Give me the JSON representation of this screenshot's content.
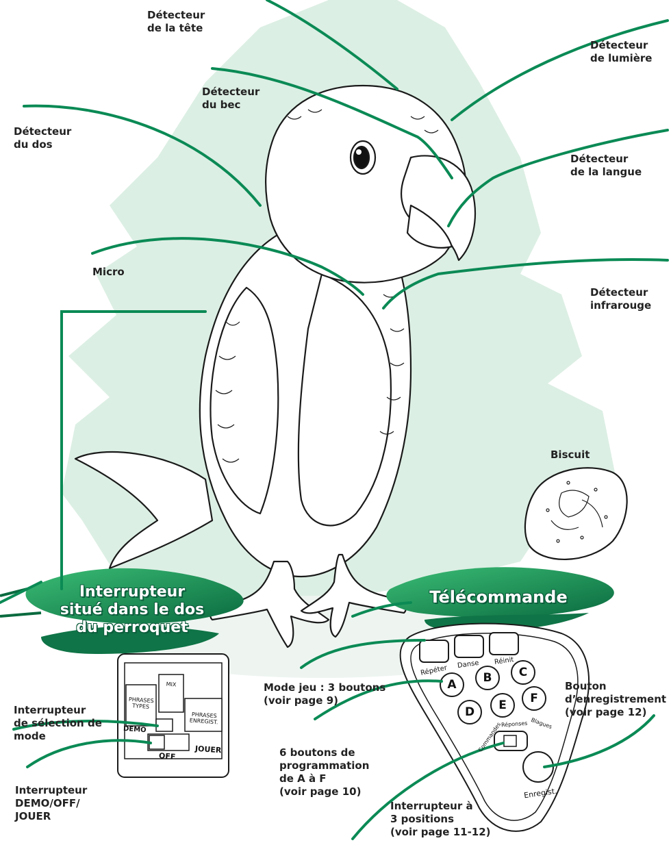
{
  "labels": {
    "head_sensor": "Détecteur\nde la tête",
    "light_sensor": "Détecteur\nde lumière",
    "beak_sensor": "Détecteur\ndu bec",
    "back_sensor": "Détecteur\ndu dos",
    "tongue_sensor": "Détecteur\nde la langue",
    "micro": "Micro",
    "infrared_sensor": "Détecteur\ninfrarouge",
    "biscuit": "Biscuit",
    "back_switch_title": "Interrupteur\nsitué dans le dos\ndu perroquet",
    "remote_title": "Télécommande",
    "game_mode": "Mode jeu : 3 boutons\n(voir page 9)",
    "record_button": "Bouton\nd’enregistrement\n(voir page 12)",
    "mode_switch": "Interrupteur\nde sélection de\nmode",
    "program_buttons": "6 boutons de\nprogrammation\nde A à F\n(voir page 10)",
    "demo_switch": "Interrupteur\nDEMO/OFF/\nJOUER",
    "three_pos_switch": "Interrupteur à\n3 positions\n(voir page 11-12)"
  },
  "switch_panel": {
    "phrases_types": "PHRASES\nTYPES",
    "mix": "MIX",
    "phrases_enregist": "PHRASES\nENREGIST.",
    "demo": "DEMO",
    "off": "OFF",
    "jouer": "JOUER"
  },
  "remote": {
    "top_buttons": [
      "Répéter",
      "Danse",
      "Réinit"
    ],
    "letters": [
      "A",
      "B",
      "C",
      "D",
      "E",
      "F"
    ],
    "slider_labels": [
      "Commandes",
      "Réponses",
      "Blagues"
    ],
    "record": "Enregist."
  },
  "colors": {
    "leader_green": "#0b8a55",
    "tree_green": "#d8ede2",
    "leaf_dark": "#0f7447",
    "leaf_light": "#2eab6a"
  }
}
